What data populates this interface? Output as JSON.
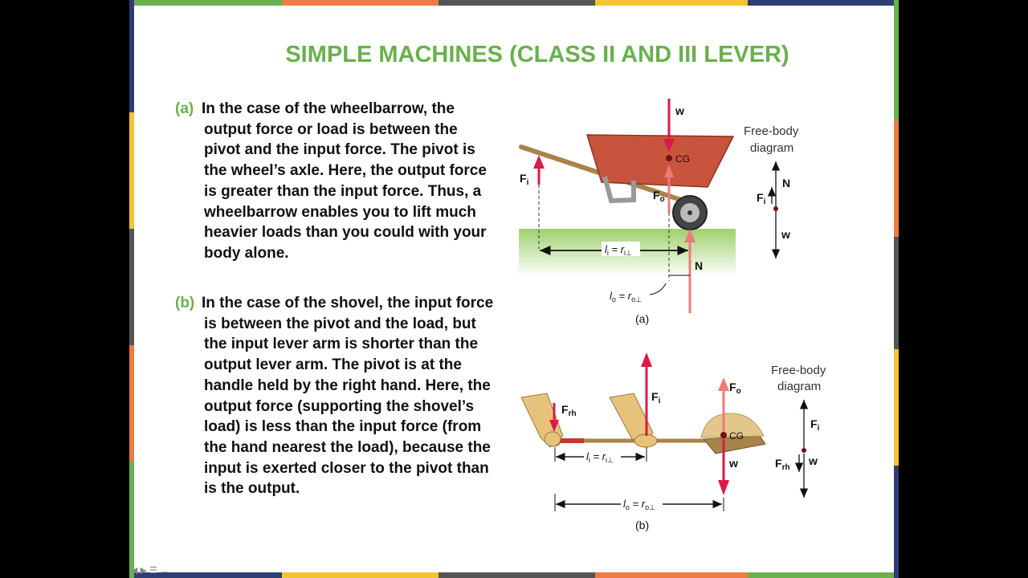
{
  "title": "SIMPLE MACHINES (CLASS II AND III LEVER)",
  "paragraphs": [
    {
      "label": "(a)",
      "text": "In the case of the wheelbarrow, the output force or load is between the pivot and the input force. The pivot is the wheel’s axle. Here, the output force is greater than the input force. Thus, a wheelbarrow enables you to lift much heavier loads than you could with your body alone."
    },
    {
      "label": "(b)",
      "text": "In the case of the shovel, the input force is between the pivot and the load, but the input lever arm is shorter than the output lever arm. The pivot is at the handle held by the right hand. Here, the output force (supporting the shovel’s load) is less than the input force (from the hand nearest the load), because the input is exerted closer to the pivot than is the output."
    }
  ],
  "figure_a": {
    "w": "w",
    "cg": "CG",
    "fi": "F",
    "fi_sub": "i",
    "fo": "F",
    "fo_sub": "o",
    "n": "N",
    "li": "l",
    "li_sub": "i",
    "ri": " = r",
    "ri_sub": "i⊥",
    "lo": "l",
    "lo_sub": "o",
    "ro": " = r",
    "ro_sub": "o⊥",
    "fbd_title1": "Free-body",
    "fbd_title2": "diagram",
    "fbd_n": "N",
    "fbd_fi": "F",
    "fbd_fi_sub": "i",
    "fbd_w": "w",
    "caption": "(a)"
  },
  "figure_b": {
    "frh": "F",
    "frh_sub": "rh",
    "fi": "F",
    "fi_sub": "i",
    "fo": "F",
    "fo_sub": "o",
    "cg": "CG",
    "w": "w",
    "li": "l",
    "li_sub": "i",
    "ri": " = r",
    "ri_sub": "i⊥",
    "lo": "l",
    "lo_sub": "o",
    "ro": " = r",
    "ro_sub": "o⊥",
    "fbd_title1": "Free-body",
    "fbd_title2": "diagram",
    "fbd_fi": "F",
    "fbd_fi_sub": "i",
    "fbd_frh": "F",
    "fbd_frh_sub": "rh",
    "fbd_w": "w",
    "caption": "(b)"
  },
  "colors": {
    "title_green": "#6ab04c",
    "force_red": "#d81b4a",
    "force_pink": "#f07a7a",
    "ground_green": "#a5d47a",
    "barrow_red": "#c8543e",
    "wood": "#a8834a",
    "bar_palette": [
      "#6ab04c",
      "#ef7b45",
      "#555555",
      "#f4c430",
      "#2c3e73"
    ]
  }
}
